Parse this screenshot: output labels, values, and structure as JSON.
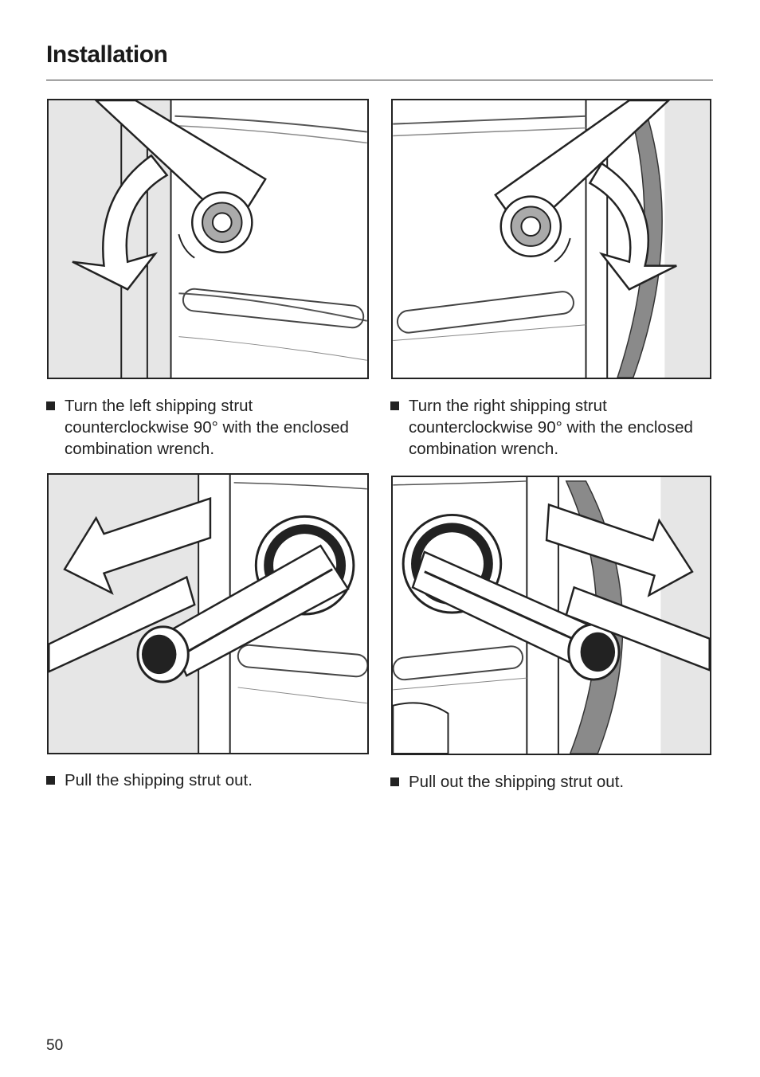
{
  "header": {
    "title": "Installation"
  },
  "steps": [
    {
      "text": "Turn the left shipping strut counterclockwise 90° with the enclosed combination wrench."
    },
    {
      "text": "Turn the right shipping strut counterclockwise 90° with the enclosed combination wrench."
    },
    {
      "text": "Pull the shipping strut out."
    },
    {
      "text": "Pull out the shipping strut out."
    }
  ],
  "footer": {
    "page_number": "50"
  },
  "colors": {
    "ink": "#1a1a1a",
    "panel_grey": "#e6e6e6",
    "drum_grey": "#8a8a8a"
  }
}
